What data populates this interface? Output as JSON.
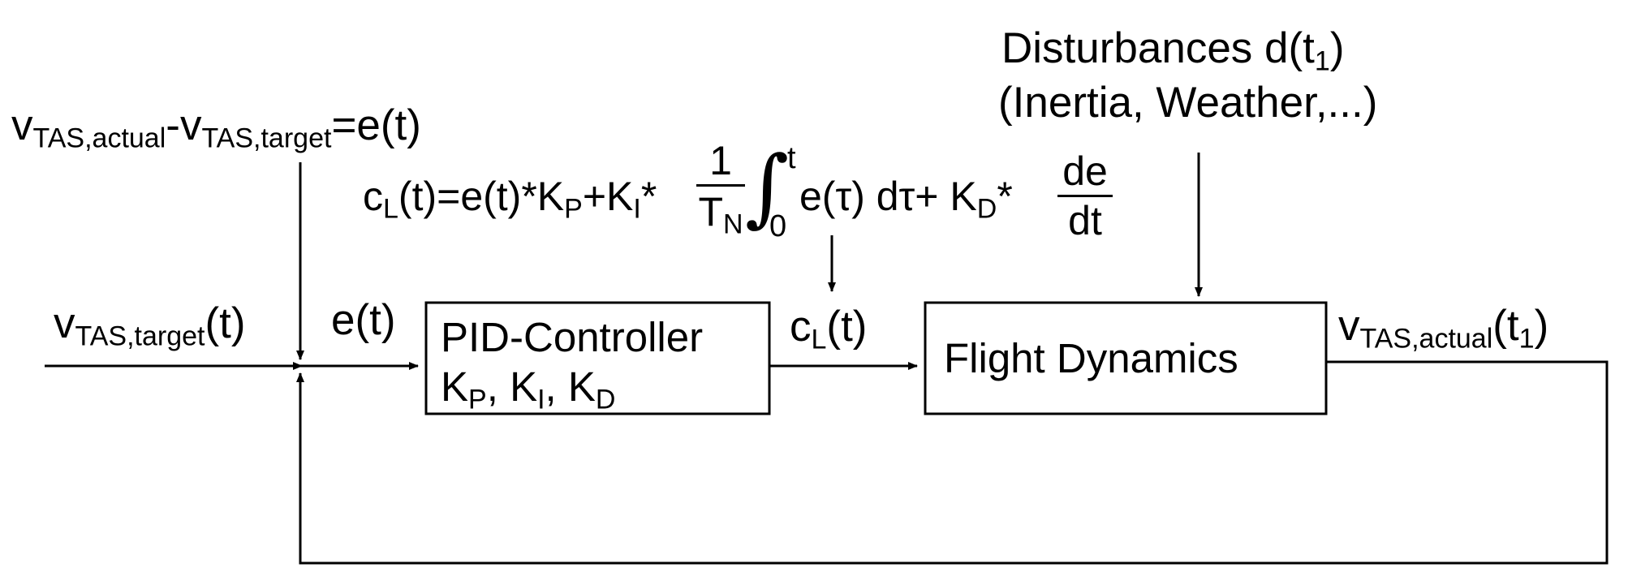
{
  "diagram": {
    "input_label": "v",
    "input_sub": "TAS,target",
    "input_arg": "(t)",
    "error_eq": {
      "v1": "v",
      "sub1": "TAS,actual",
      "minus": "-",
      "v2": "v",
      "sub2": "TAS,target",
      "rhs": "=e(t)"
    },
    "error_signal": "e(t)",
    "controller": {
      "title": "PID-Controller",
      "gains_k": "K",
      "sub_p": "P",
      "sub_i": "I",
      "sub_d": "D",
      "sep": ", "
    },
    "control_law": {
      "lhs_c": "c",
      "lhs_sub": "L",
      "lhs_rest": "(t)=e(t)*K",
      "kp_sub": "P",
      "plus_ki": "+K",
      "ki_sub": "I",
      "times": "*",
      "frac_num": "1",
      "frac_den": "T",
      "frac_den_sub": "N",
      "integral_sign": "∫",
      "int_upper": "t",
      "int_lower": "0",
      "integrand": "e(τ) dτ+ K",
      "kd_sub": "D",
      "times2": "*",
      "deriv_num": "de",
      "deriv_den": "dt"
    },
    "control_signal": {
      "c": "c",
      "sub": "L",
      "arg": "(t)"
    },
    "plant": {
      "title": "Flight Dynamics"
    },
    "disturbance": {
      "line1": "Disturbances d(t",
      "line1_sub": "1",
      "line1_end": ")",
      "line2": "(Inertia, Weather,...)"
    },
    "output": {
      "v": "v",
      "sub": "TAS,actual",
      "arg_open": "(t",
      "arg_sub": "1",
      "arg_close": ")"
    }
  }
}
